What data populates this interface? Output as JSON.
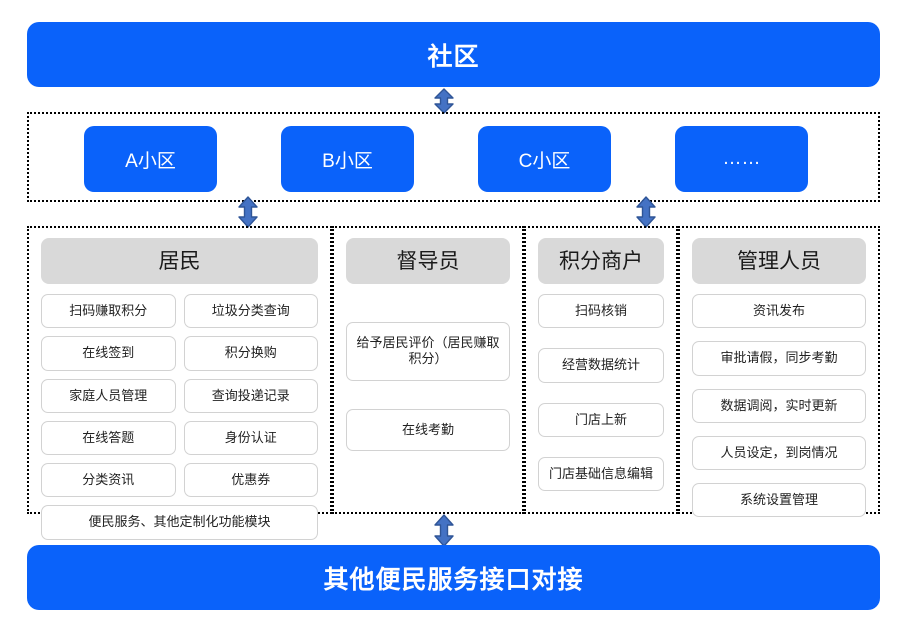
{
  "top_banner": {
    "label": "社区"
  },
  "bottom_banner": {
    "label": "其他便民服务接口对接"
  },
  "estates": {
    "items": [
      {
        "label": "A小区"
      },
      {
        "label": "B小区"
      },
      {
        "label": "C小区"
      },
      {
        "label": "……"
      }
    ]
  },
  "roles": [
    {
      "title": "居民",
      "items": [
        "扫码赚取积分",
        "垃圾分类查询",
        "在线签到",
        "积分换购",
        "家庭人员管理",
        "查询投递记录",
        "在线答题",
        "身份认证",
        "分类资讯",
        "优惠券",
        "便民服务、其他定制化功能模块"
      ]
    },
    {
      "title": "督导员",
      "items": [
        "给予居民评价（居民赚取积分）",
        "在线考勤"
      ]
    },
    {
      "title": "积分商户",
      "items": [
        "扫码核销",
        "经营数据统计",
        "门店上新",
        "门店基础信息编辑"
      ]
    },
    {
      "title": "管理人员",
      "items": [
        "资讯发布",
        "审批请假，同步考勤",
        "数据调阅，实时更新",
        "人员设定，到岗情况",
        "系统设置管理"
      ]
    }
  ],
  "colors": {
    "banner_blue": "#0a62fa",
    "arrow_fill": "#4472c4",
    "arrow_stroke": "#2f5597",
    "header_gray": "#d9d9d9",
    "pill_border": "#d2d2d2",
    "dotted_border": "#000000"
  },
  "arrows": [
    {
      "name": "community-to-estates",
      "direction": "bidirectional"
    },
    {
      "name": "estates-to-roles-left",
      "direction": "bidirectional"
    },
    {
      "name": "estates-to-roles-right",
      "direction": "bidirectional"
    },
    {
      "name": "roles-to-services",
      "direction": "bidirectional"
    }
  ]
}
